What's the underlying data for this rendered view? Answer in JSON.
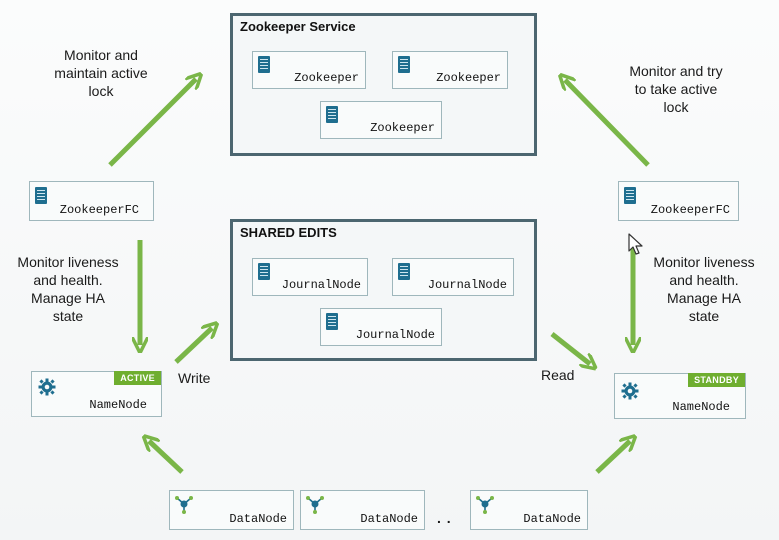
{
  "zookeeper_service": {
    "title": "Zookeeper Service",
    "nodes": [
      "Zookeeper",
      "Zookeeper",
      "Zookeeper"
    ]
  },
  "shared_edits": {
    "title": "SHARED EDITS",
    "nodes": [
      "JournalNode",
      "JournalNode",
      "JournalNode"
    ]
  },
  "left": {
    "zkfc": "ZookeeperFC",
    "namenode": "NameNode",
    "badge": "ACTIVE",
    "note_top": [
      "Monitor and",
      "maintain active",
      "lock"
    ],
    "note_mid": [
      "Monitor liveness",
      "and health.",
      "Manage HA",
      "state"
    ],
    "write_label": "Write"
  },
  "right": {
    "zkfc": "ZookeeperFC",
    "namenode": "NameNode",
    "badge": "STANDBY",
    "note_top": [
      "Monitor and try",
      "to take active",
      "lock"
    ],
    "note_mid": [
      "Monitor liveness",
      "and health.",
      "Manage HA",
      "state"
    ],
    "read_label": "Read"
  },
  "datanodes": [
    "DataNode",
    "DataNode",
    "DataNode"
  ],
  "ellipsis": ". .",
  "colors": {
    "arrow": "#7ab648",
    "border": "#4c6670",
    "icon": "#1f6e8f",
    "badge": "#6fae2f"
  }
}
